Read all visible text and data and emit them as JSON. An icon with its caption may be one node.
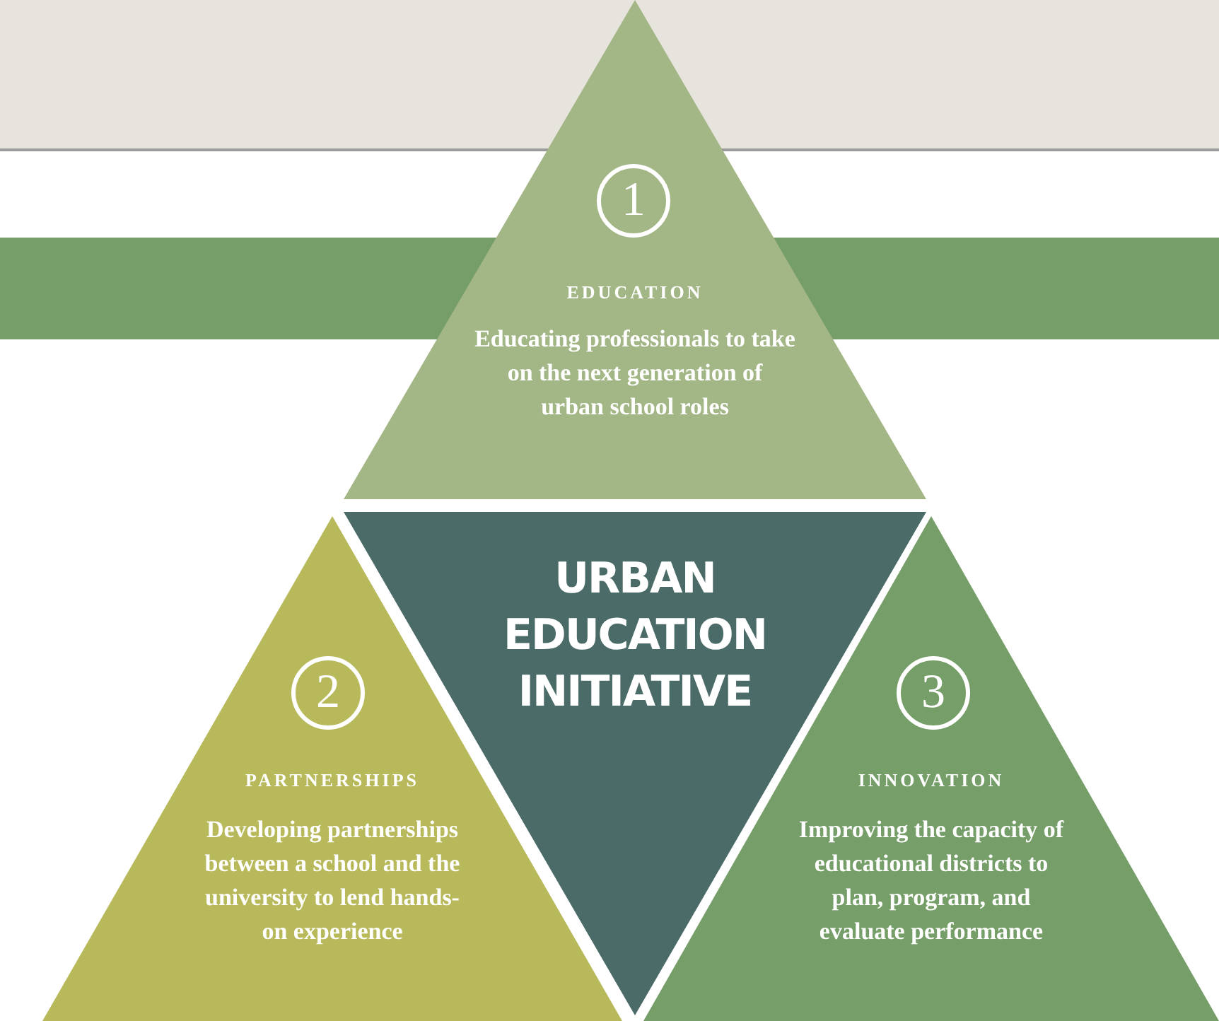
{
  "diagram": {
    "nodes": [
      {
        "text": [
          "1",
          "EDUCATION",
          "Educating professionals to take on the next generation of urban school roles"
        ]
      },
      {
        "text": [
          "URBAN EDUCATION INITIATIVE"
        ]
      },
      {
        "text": [
          "2",
          "PARTNERSHIPS",
          "Developing partnerships between a school and the university to lend hands-on experience"
        ]
      },
      {
        "text": [
          "3",
          "INNOVATION",
          "Improving the capacity of educational districts to plan, program, and evaluate performance"
        ]
      }
    ],
    "edges": []
  }
}
